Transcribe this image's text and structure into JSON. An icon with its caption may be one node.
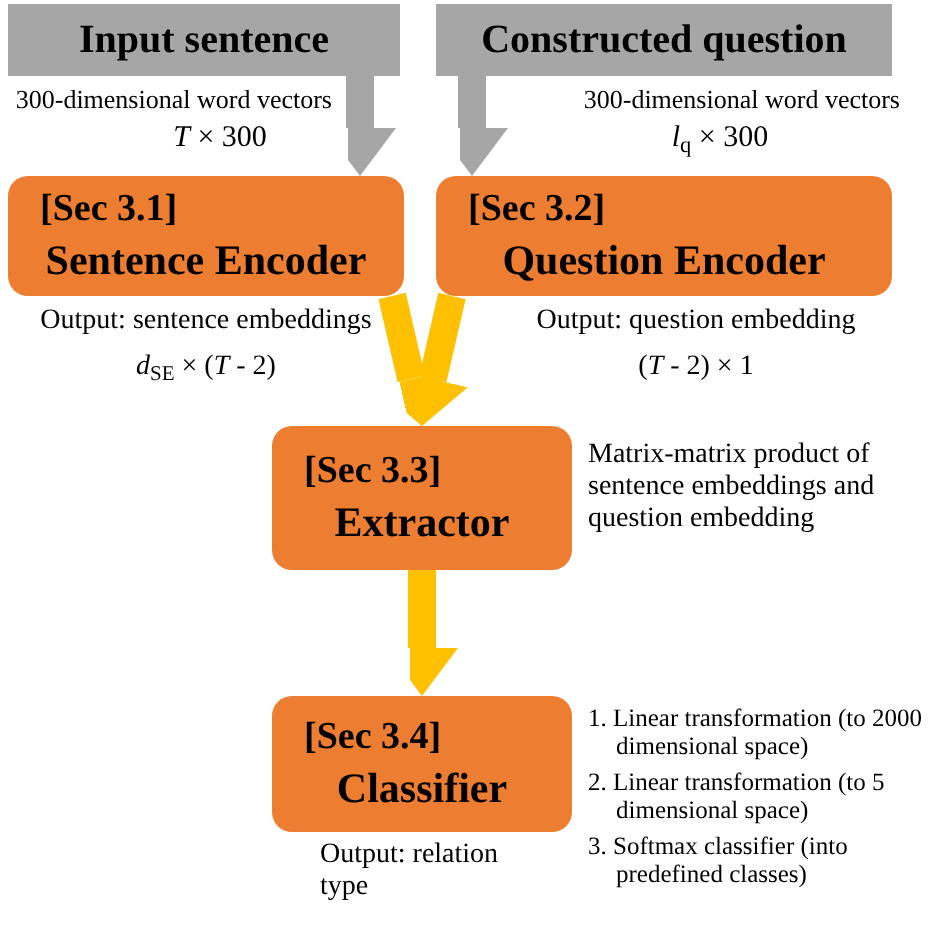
{
  "diagram": {
    "nodes": [
      {
        "text": [
          "Input sentence"
        ]
      },
      {
        "text": [
          "Constructed question"
        ]
      },
      {
        "text": [
          "[Sec 3.1]",
          "Sentence Encoder"
        ],
        "beside": [
          "Output: sentence embeddings",
          "*d*$_{SE}$ × (*T* - 2)"
        ]
      },
      {
        "text": [
          "[Sec 3.2]",
          "Question Encoder"
        ],
        "beside": [
          "Output: question embedding",
          "(*T* - 2) × 1"
        ]
      },
      {
        "text": [
          "[Sec 3.3]",
          "Extractor"
        ],
        "beside": [
          "Matrix-matrix product of sentence embeddings and question embedding"
        ]
      },
      {
        "text": [
          "[Sec 3.4]",
          "Classifier"
        ],
        "beside": [
          "Output: relation type",
          "1. Linear transformation (to 2000 dimensional space)",
          "2. Linear transformation (to 5 dimensional space)",
          "3. Softmax classifier (into predefined classes)"
        ]
      }
    ],
    "edges": [
      {
        "from": 0,
        "to": 2,
        "arrow": "to",
        "color": "#a6a6a6"
      },
      {
        "from": 1,
        "to": 3,
        "arrow": "to",
        "color": "#a6a6a6"
      },
      {
        "from": 2,
        "to": 4,
        "arrow": "to"
      },
      {
        "from": 3,
        "to": 4,
        "arrow": "to"
      },
      {
        "from": 4,
        "to": 5,
        "arrow": "to"
      }
    ],
    "labels": [
      "300-dimensional word vectors",
      "*T* × 300",
      "300-dimensional word vectors",
      "*l*$_{q}$ × 300"
    ]
  }
}
